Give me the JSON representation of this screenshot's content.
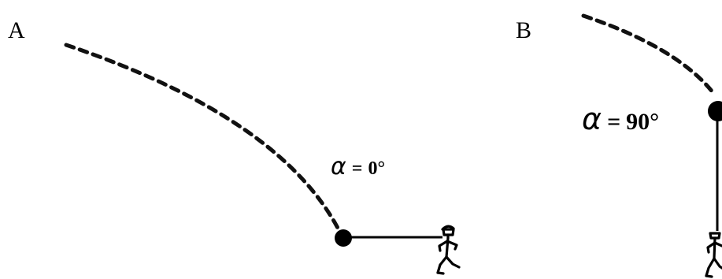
{
  "panels": [
    {
      "label": "A",
      "angle_symbol": "α",
      "angle_equals": "=",
      "angle_value": "0°"
    },
    {
      "label": "B",
      "angle_symbol": "α",
      "angle_equals": "=",
      "angle_value": "90°"
    }
  ],
  "colors": {
    "ink": "#000000",
    "background": "#ffffff"
  }
}
